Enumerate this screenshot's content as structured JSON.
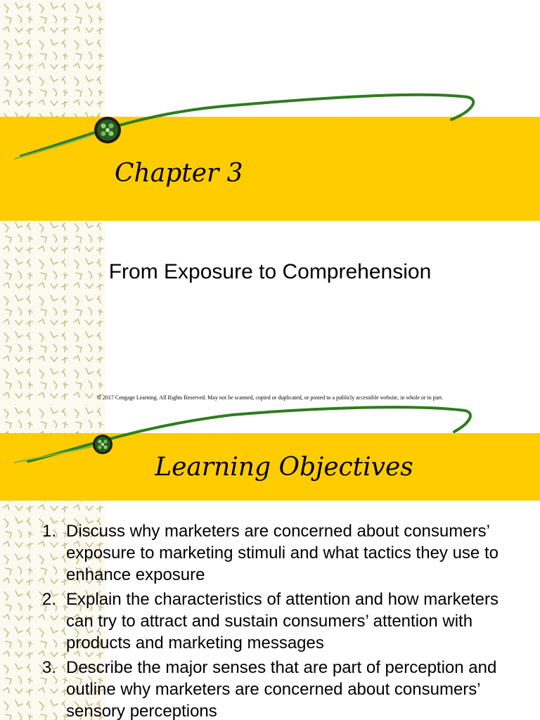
{
  "slide1": {
    "chapter_title": "Chapter 3",
    "subtitle": "From Exposure to Comprehension",
    "copyright": "© 2017 Cengage Learning. All Rights Reserved. May not be scanned, copied or duplicated, or posted to a publicly accessible website, in whole or in part."
  },
  "slide2": {
    "title": "Learning Objectives",
    "objectives": [
      {
        "number": "1.",
        "text": "Discuss why marketers are concerned about consumers’ exposure to marketing stimuli and what tactics they use to enhance exposure"
      },
      {
        "number": "2.",
        "text": "Explain the characteristics of attention and how marketers can try to attract and sustain consumers’ attention with products and marketing messages"
      },
      {
        "number": "3.",
        "text": "Describe the major senses that are part of perception and outline why marketers are concerned about consumers’ sensory perceptions"
      }
    ]
  },
  "colors": {
    "band": "#ffcc00",
    "swoosh": "#2e7d1e",
    "pattern_bg": "#fbfaf0",
    "pattern_glyph": "#c9c08a"
  }
}
